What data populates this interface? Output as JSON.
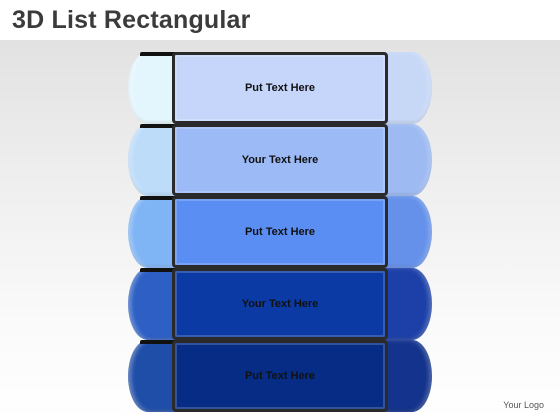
{
  "title": "3D List Rectangular",
  "logo_text": "Your Logo",
  "items": [
    {
      "label": "Put Text Here",
      "cap_color": "#e4f6fd",
      "cap_right_color": "#c7d8f7",
      "body_color": "#c6d6fb"
    },
    {
      "label": "Your Text Here",
      "cap_color": "#bddcfa",
      "cap_right_color": "#9dbaf2",
      "body_color": "#9cbaf6"
    },
    {
      "label": "Put Text Here",
      "cap_color": "#7fb4f5",
      "cap_right_color": "#6591ea",
      "body_color": "#5b8ef3"
    },
    {
      "label": "Your Text Here",
      "cap_color": "#2d5fc4",
      "cap_right_color": "#1c40a8",
      "body_color": "#0b3aa4"
    },
    {
      "label": "Put Text Here",
      "cap_color": "#1f4ea8",
      "cap_right_color": "#13338c",
      "body_color": "#062c86"
    }
  ]
}
